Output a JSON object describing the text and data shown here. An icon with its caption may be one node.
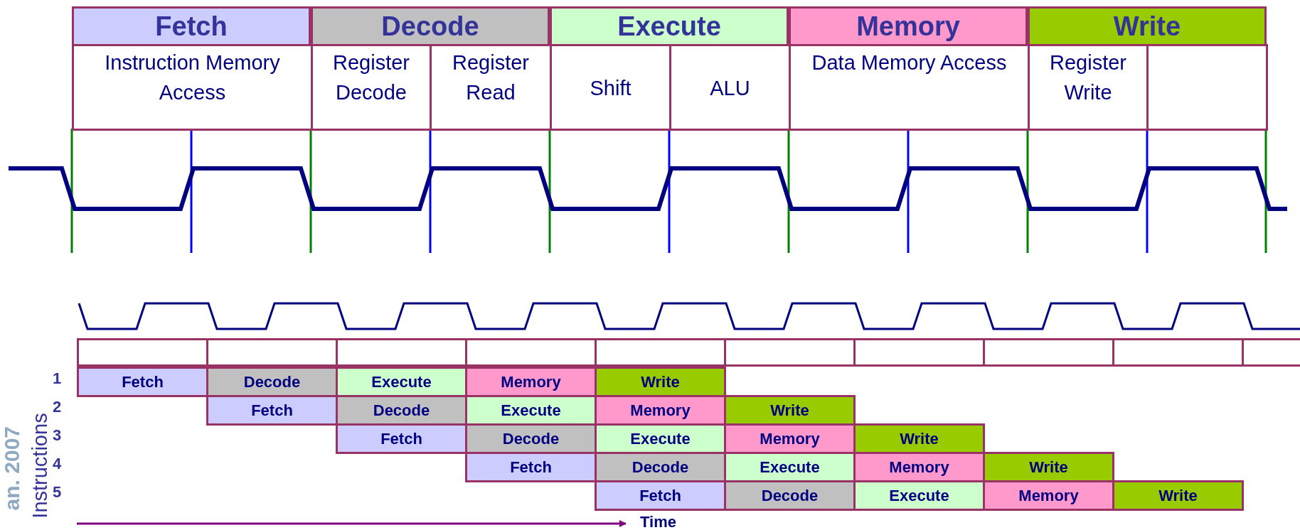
{
  "diagram": {
    "nodes": [
      {
        "text": [
          "Fetch"
        ]
      },
      {
        "text": [
          "Decode"
        ]
      },
      {
        "text": [
          "Execute"
        ]
      },
      {
        "text": [
          "Memory"
        ]
      },
      {
        "text": [
          "Write"
        ]
      },
      {
        "text": [
          "Instruction Memory Access"
        ]
      },
      {
        "text": [
          "Register Decode"
        ]
      },
      {
        "text": [
          "Register Read"
        ]
      },
      {
        "text": [
          "Shift"
        ]
      },
      {
        "text": [
          "ALU"
        ]
      },
      {
        "text": [
          "Data Memory Access"
        ]
      },
      {
        "text": [
          "Register Write"
        ]
      },
      {
        "text": [],
        "shape": "box"
      },
      {
        "text": [],
        "shape": "box"
      },
      {
        "text": [],
        "shape": "box"
      },
      {
        "text": [],
        "shape": "box"
      },
      {
        "text": [],
        "shape": "box"
      },
      {
        "text": [],
        "shape": "box"
      },
      {
        "text": [],
        "shape": "box"
      },
      {
        "text": [],
        "shape": "box"
      },
      {
        "text": [],
        "shape": "box"
      },
      {
        "text": [],
        "shape": "box"
      },
      {
        "text": [],
        "shape": "box"
      },
      {
        "text": [
          "Fetch"
        ]
      },
      {
        "text": [
          "Decode"
        ]
      },
      {
        "text": [
          "Execute"
        ]
      },
      {
        "text": [
          "Memory"
        ]
      },
      {
        "text": [
          "Write"
        ]
      },
      {
        "text": [
          "Fetch"
        ]
      },
      {
        "text": [
          "Decode"
        ]
      },
      {
        "text": [
          "Execute"
        ]
      },
      {
        "text": [
          "Memory"
        ]
      },
      {
        "text": [
          "Write"
        ]
      },
      {
        "text": [
          "Fetch"
        ]
      },
      {
        "text": [
          "Decode"
        ]
      },
      {
        "text": [
          "Execute"
        ]
      },
      {
        "text": [
          "Memory"
        ]
      },
      {
        "text": [
          "Write"
        ]
      },
      {
        "text": [
          "Fetch"
        ]
      },
      {
        "text": [
          "Decode"
        ]
      },
      {
        "text": [
          "Execute"
        ]
      },
      {
        "text": [
          "Memory"
        ]
      },
      {
        "text": [
          "Write"
        ]
      },
      {
        "text": [
          "Fetch"
        ]
      },
      {
        "text": [
          "Decode"
        ]
      },
      {
        "text": [
          "Execute"
        ]
      },
      {
        "text": [
          "Memory"
        ]
      },
      {
        "text": [
          "Write"
        ]
      }
    ],
    "edges": [],
    "labels": [
      "1",
      "2",
      "3",
      "4",
      "5",
      "Instructions",
      "Time",
      "an. 2007"
    ]
  }
}
